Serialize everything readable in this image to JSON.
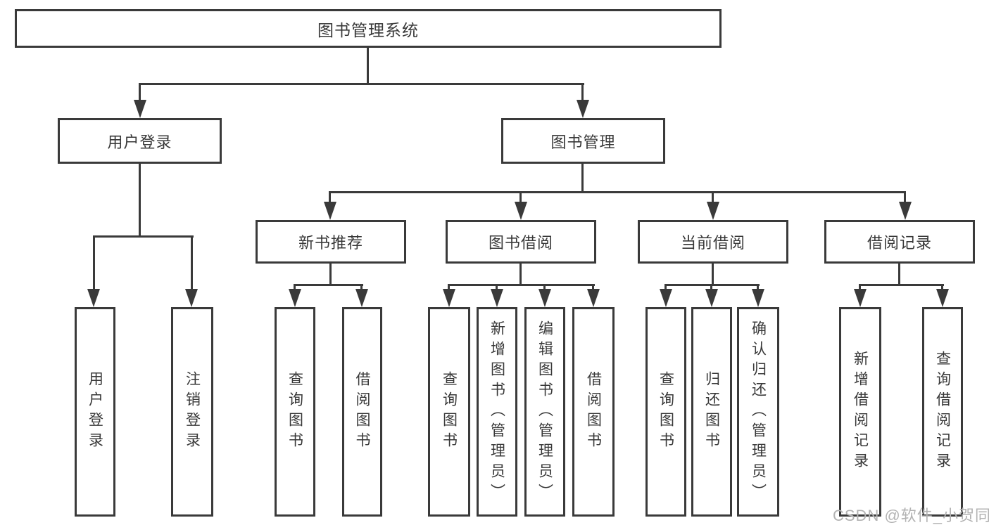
{
  "colors": {
    "line": "#3a3a3a",
    "text": "#383838",
    "watermark": "#b3b3b3",
    "bg": "#ffffff"
  },
  "watermark": "CSDN @软件_小贺同学",
  "nodes": {
    "root": "图书管理系统",
    "user_login": "用户登录",
    "book_mgmt": "图书管理",
    "login": "用户登录",
    "logout": "注销登录",
    "new_book_rec": "新书推荐",
    "book_borrow": "图书借阅",
    "current_borrow": "当前借阅",
    "borrow_record": "借阅记录",
    "nbr_query": "查询图书",
    "nbr_borrow": "借阅图书",
    "bb_query": "查询图书",
    "bb_add": "新增图书（管理员）",
    "bb_edit": "编辑图书（管理员）",
    "bb_borrow": "借阅图书",
    "cb_query": "查询图书",
    "cb_return": "归还图书",
    "cb_confirm": "确认归还（管理员）",
    "br_add": "新增借阅记录",
    "br_query": "查询借阅记录"
  }
}
